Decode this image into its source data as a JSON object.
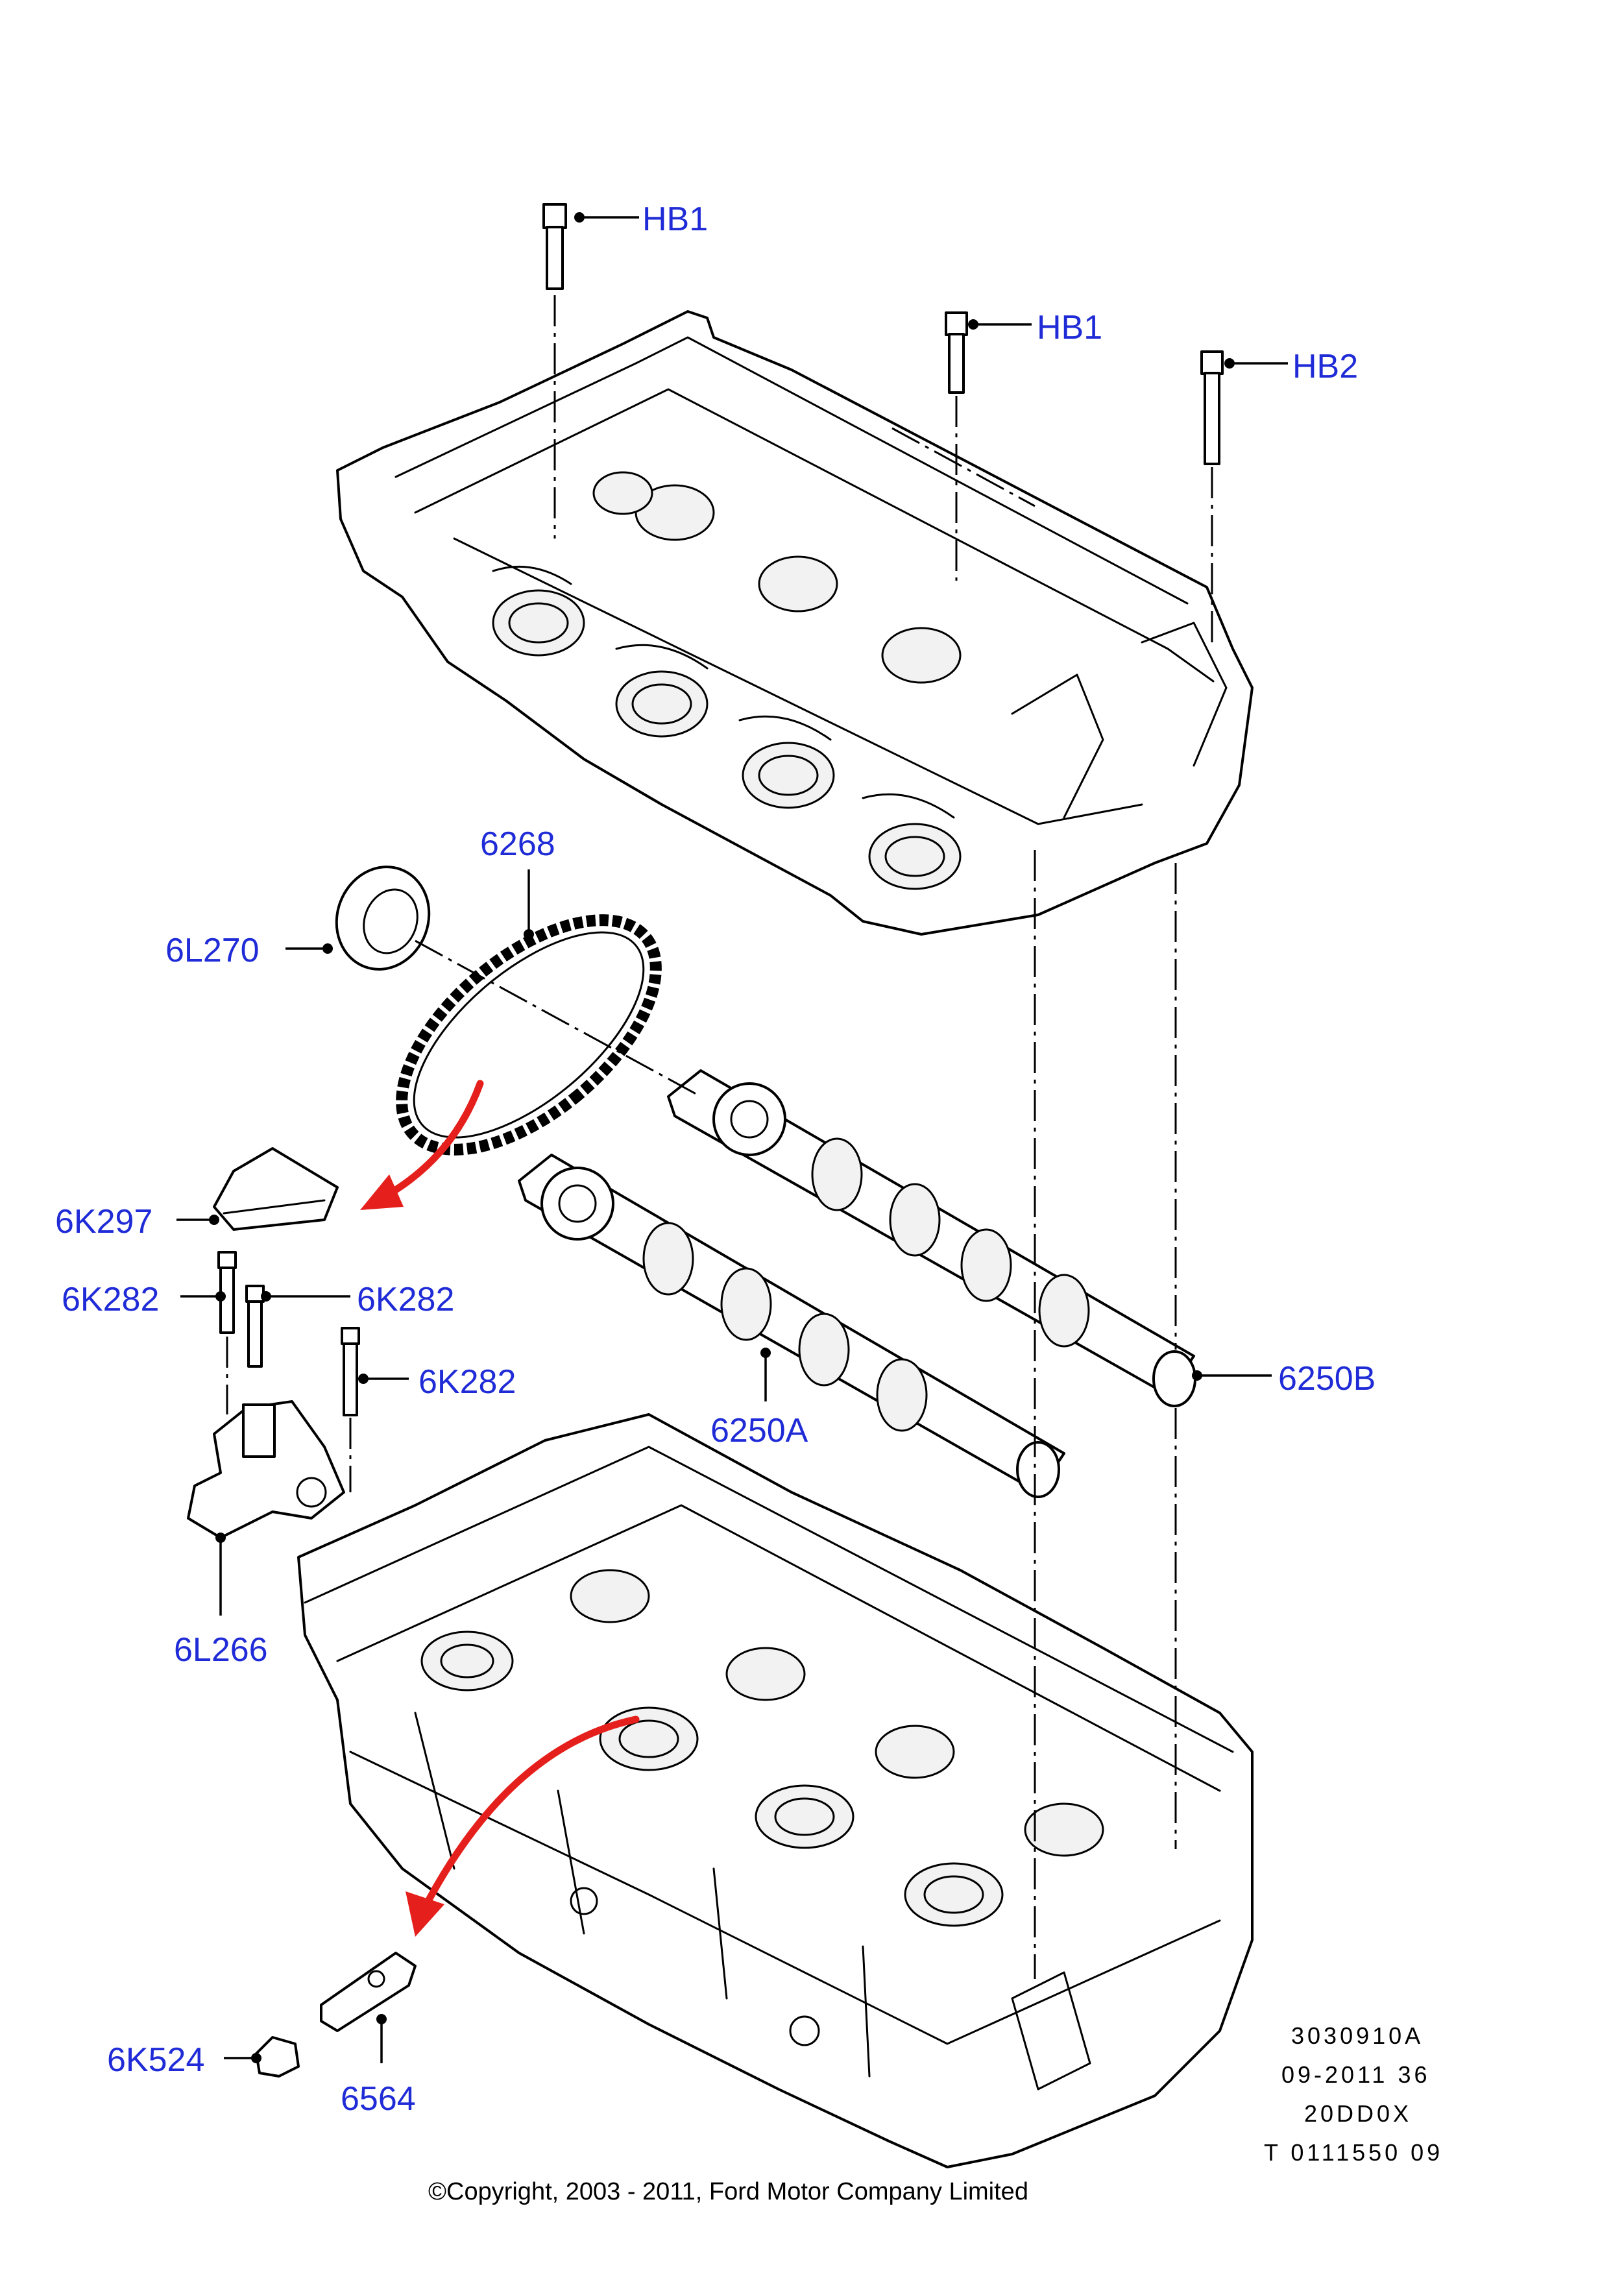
{
  "callouts": {
    "hb1_top": "HB1",
    "hb1_mid": "HB1",
    "hb2": "HB2",
    "p6268": "6268",
    "p6L270": "6L270",
    "p6K297": "6K297",
    "p6K282_a": "6K282",
    "p6K282_b": "6K282",
    "p6K282_c": "6K282",
    "p6250B": "6250B",
    "p6250A": "6250A",
    "p6L266": "6L266",
    "p6K524": "6K524",
    "p6564": "6564"
  },
  "reference": {
    "line1": "3030910A",
    "line2": "09-2011 36",
    "line3": "20DD0X",
    "line4": "T 0111550 09"
  },
  "copyright": "©Copyright, 2003 - 2011, Ford Motor Company Limited",
  "colors": {
    "label": "#1f2bd6",
    "arrow": "#e5201c",
    "line": "#000000"
  }
}
